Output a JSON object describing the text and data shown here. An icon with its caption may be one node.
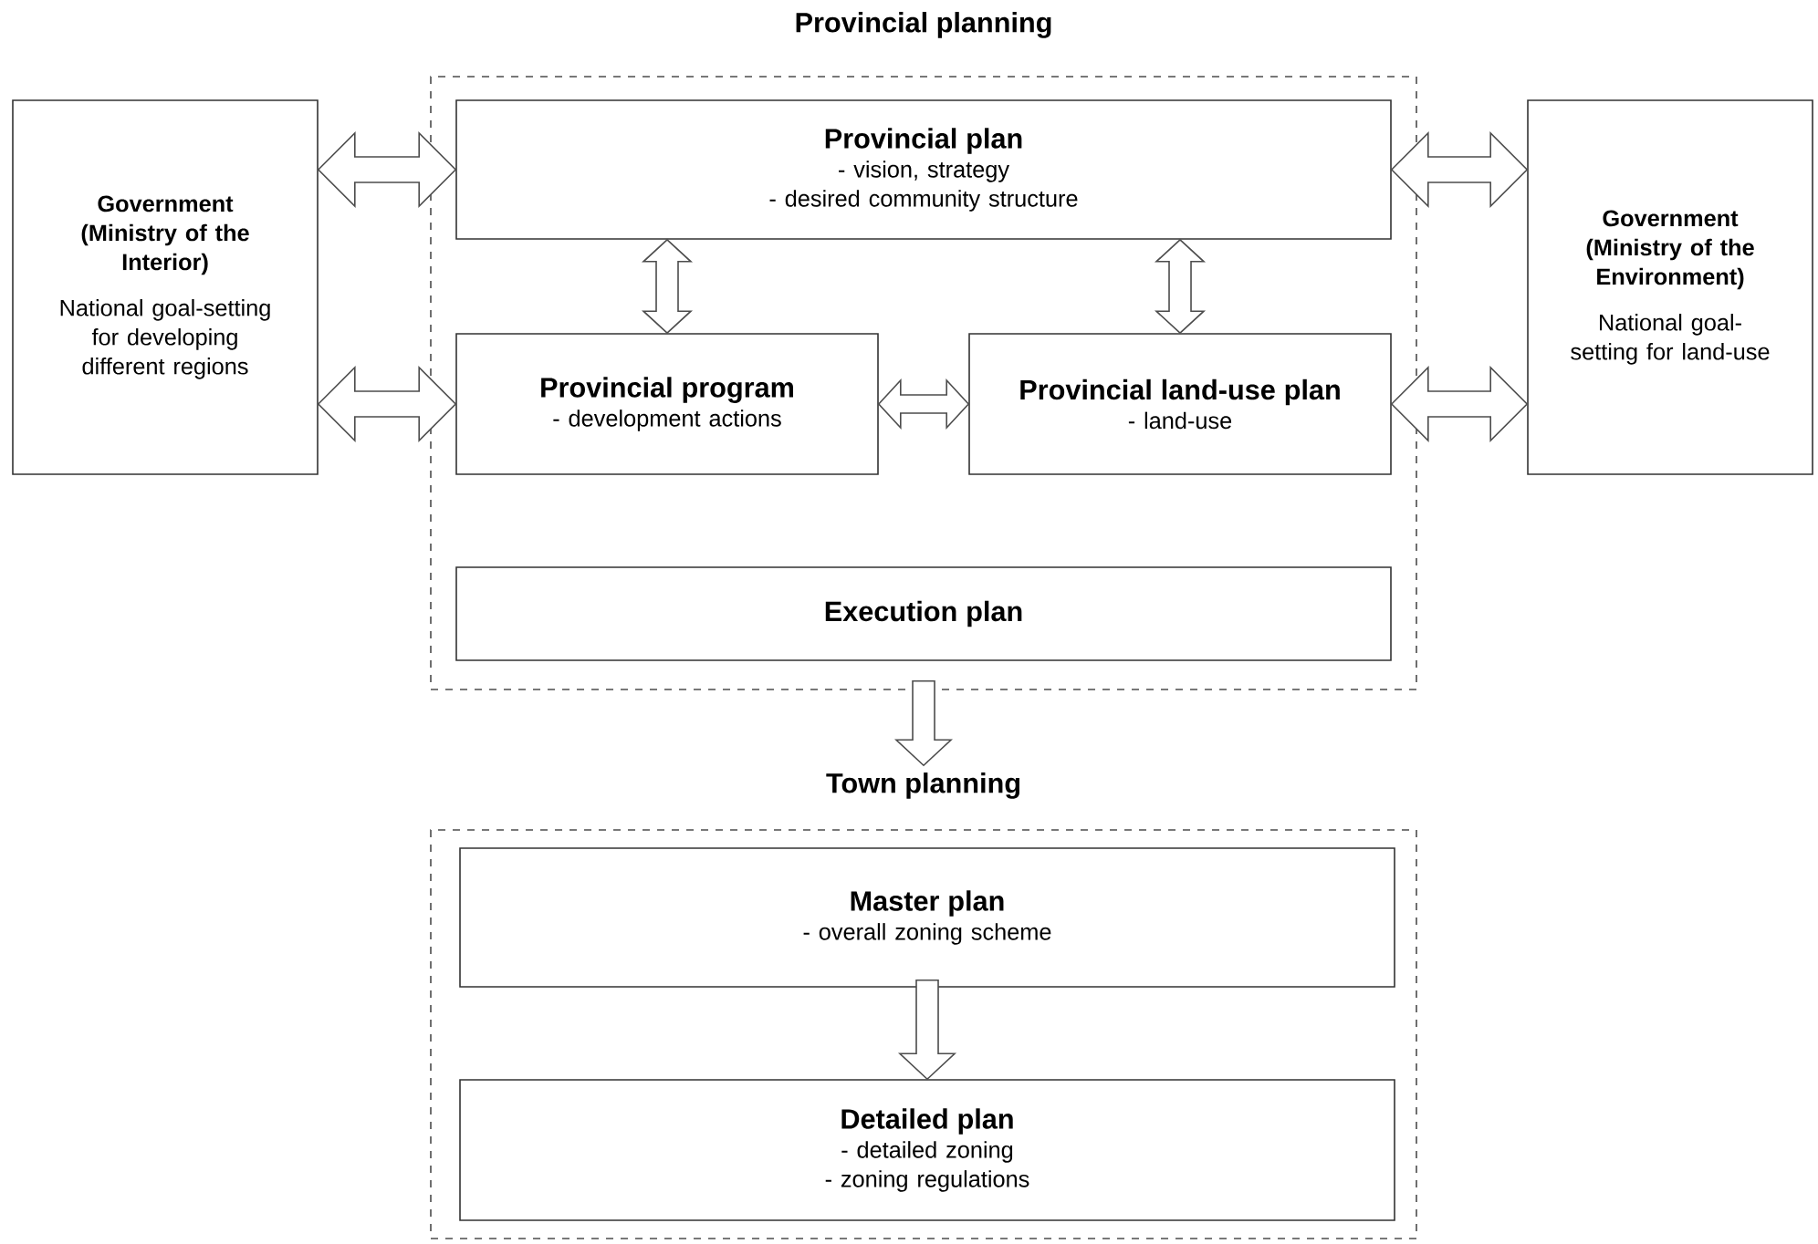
{
  "diagram": {
    "nodes": [
      {
        "text": [
          "Provincial planning"
        ]
      },
      {
        "text": [
          "Government (Ministry of the Interior)",
          "National goal-setting for developing different regions"
        ]
      },
      {
        "text": [
          "Provincial plan",
          "- vision, strategy",
          "- desired community structure"
        ],
        "in": 0
      },
      {
        "text": [
          "Provincial program",
          "- development actions"
        ],
        "in": 0
      },
      {
        "text": [
          "Provincial land-use plan",
          "- land-use"
        ],
        "in": 0
      },
      {
        "text": [
          "Government (Ministry of the Environment)",
          "National goal-setting for land-use"
        ]
      },
      {
        "text": [
          "Execution plan"
        ],
        "in": 0
      },
      {
        "text": [
          "Town planning"
        ]
      },
      {
        "text": [
          "Master plan",
          "- overall zoning scheme"
        ],
        "in": 7
      },
      {
        "text": [
          "Detailed plan",
          "- detailed zoning",
          "- zoning regulations"
        ],
        "in": 7
      }
    ],
    "edges": [
      {
        "from": 1,
        "to": 2,
        "arrow": "both"
      },
      {
        "from": 1,
        "to": 3,
        "arrow": "both"
      },
      {
        "from": 2,
        "to": 3,
        "arrow": "both"
      },
      {
        "from": 2,
        "to": 4,
        "arrow": "both"
      },
      {
        "from": 3,
        "to": 4,
        "arrow": "both"
      },
      {
        "from": 2,
        "to": 5,
        "arrow": "both"
      },
      {
        "from": 4,
        "to": 5,
        "arrow": "both"
      },
      {
        "from": 0,
        "to": 7,
        "arrow": "to"
      },
      {
        "from": 8,
        "to": 9,
        "arrow": "to"
      }
    ]
  }
}
